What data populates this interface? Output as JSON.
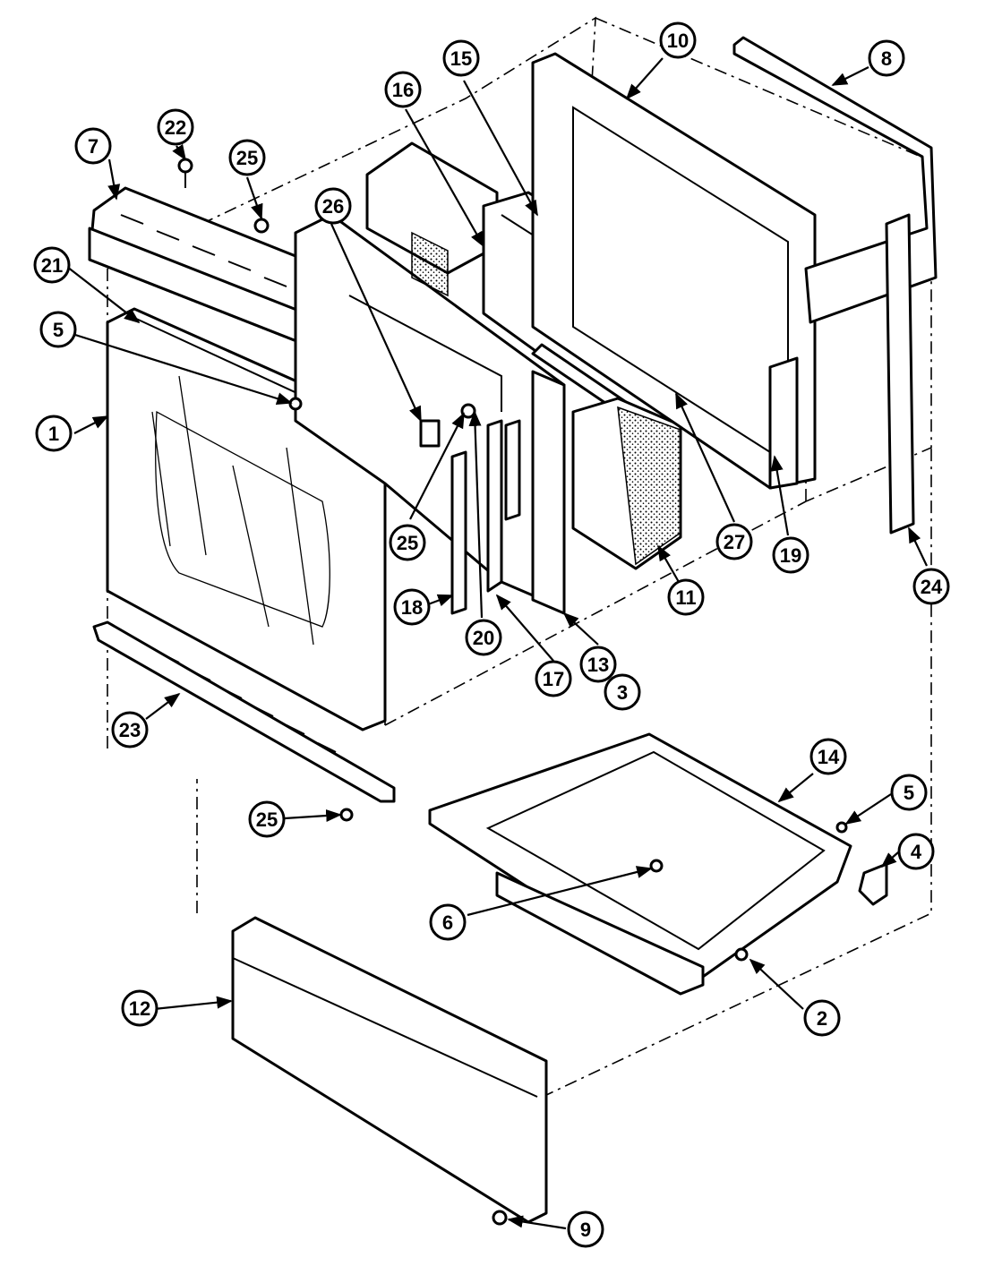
{
  "callouts": [
    "1",
    "2",
    "3",
    "4",
    "5",
    "5",
    "6",
    "7",
    "8",
    "9",
    "10",
    "11",
    "12",
    "13",
    "14",
    "15",
    "16",
    "17",
    "18",
    "19",
    "20",
    "21",
    "22",
    "23",
    "24",
    "25",
    "25",
    "25",
    "25",
    "26",
    "27"
  ]
}
